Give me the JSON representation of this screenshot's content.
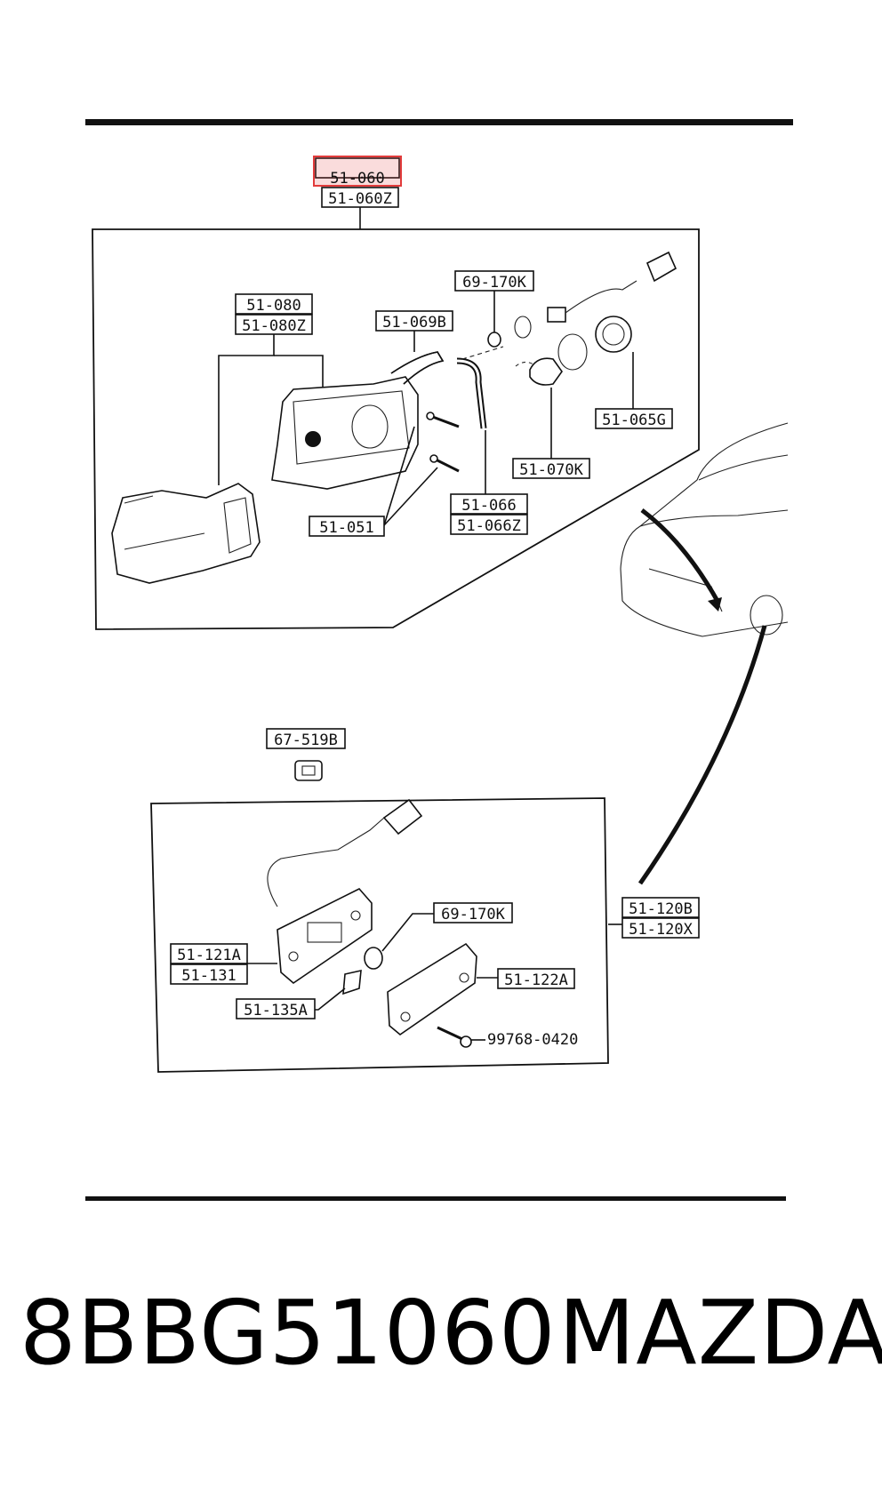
{
  "callouts": {
    "assembly_main_a": "51-060",
    "assembly_main_b": "51-060Z",
    "lens_a": "51-080",
    "lens_b": "51-080Z",
    "hose": "51-069B",
    "bulb_small": "69-170K",
    "socket": "51-065G",
    "bulb_large": "51-070K",
    "screw": "51-051",
    "gasket_a": "51-066",
    "gasket_b": "51-066Z",
    "clip": "67-519B",
    "side_assembly_a": "51-120B",
    "side_assembly_b": "51-120X",
    "side_bulb": "69-170K",
    "side_housing_a": "51-121A",
    "side_housing_b": "51-131",
    "side_lens": "51-122A",
    "side_pad": "51-135A",
    "side_screw": "99768-0420"
  },
  "highlight_color": "#e23b3b",
  "footer": {
    "part_number": "8BBG51060",
    "brand": "MAZDA"
  }
}
